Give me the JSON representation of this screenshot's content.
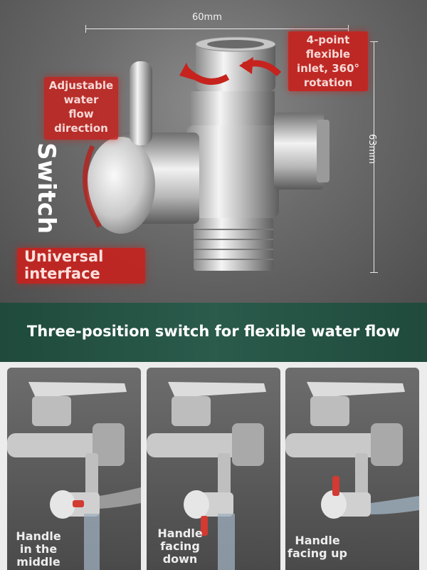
{
  "dimensions": {
    "width_label": "60mm",
    "height_label": "63mm"
  },
  "callouts": {
    "adjustable": [
      "Adjustable",
      "water",
      "flow",
      "direction"
    ],
    "inlet": [
      "4-point",
      "flexible",
      "inlet, 360°",
      "rotation"
    ],
    "universal": [
      "Universal",
      "interface"
    ],
    "switch": "Switch"
  },
  "banner": {
    "text": "Three-position switch for flexible water flow"
  },
  "positions": [
    {
      "caption": [
        "Handle",
        "in the",
        "middle"
      ]
    },
    {
      "caption": [
        "Handle",
        "facing",
        "down"
      ]
    },
    {
      "caption": [
        "Handle",
        "facing up"
      ]
    }
  ],
  "colors": {
    "accent": "#c6231e",
    "banner": "#2a5b4b",
    "chrome": "#d9d9d9"
  }
}
